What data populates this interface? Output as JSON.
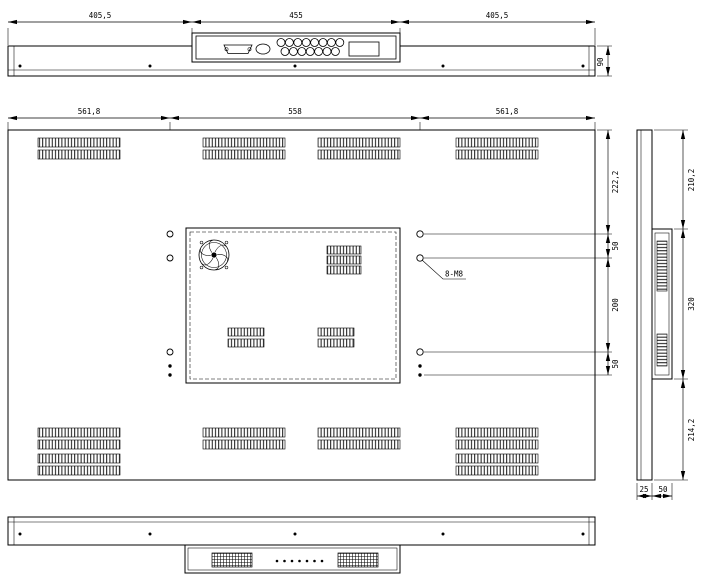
{
  "meta": {
    "type": "technical-drawing",
    "subject": "flat-panel display multi-view dimension drawing",
    "views": [
      "top",
      "rear",
      "side",
      "bottom"
    ],
    "line_color": "#000000",
    "background": "#ffffff"
  },
  "top_view": {
    "dim_left": "405,5",
    "dim_center": "455",
    "dim_right": "405,5",
    "dim_height": "90"
  },
  "rear_view": {
    "dim_top_left": "561,8",
    "dim_top_center": "558",
    "dim_top_right": "561,8",
    "dim_right_top": "222,2",
    "dim_right_upper_gap": "50",
    "dim_right_middle": "200",
    "dim_right_lower_gap": "50",
    "hole_callout": "8-M8"
  },
  "side_view": {
    "dim_top": "210,2",
    "dim_middle": "320",
    "dim_bottom": "214,2",
    "dim_depth_panel": "25",
    "dim_depth_total": "50"
  }
}
